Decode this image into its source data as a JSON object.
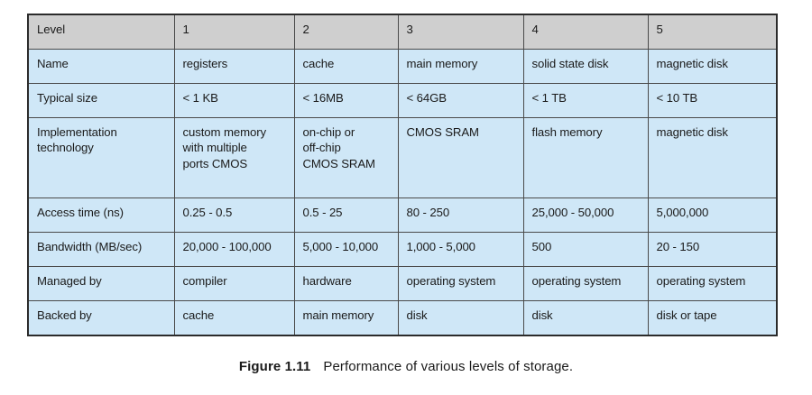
{
  "figure": {
    "label": "Figure 1.11",
    "text": "Performance of various levels of storage."
  },
  "colors": {
    "header_bg": "#cfcfcf",
    "cell_bg": "#cfe7f7",
    "grid": "#4a4a4a",
    "outer_border": "#2b2b2b",
    "text": "#1a1a1a",
    "page_bg": "#ffffff"
  },
  "table": {
    "header": [
      "Level",
      "1",
      "2",
      "3",
      "4",
      "5"
    ],
    "rows": [
      {
        "label": "Name",
        "cells": [
          "registers",
          "cache",
          "main memory",
          "solid state disk",
          "magnetic disk"
        ]
      },
      {
        "label": "Typical size",
        "cells": [
          "< 1 KB",
          "< 16MB",
          "< 64GB",
          "< 1 TB",
          "< 10 TB"
        ]
      },
      {
        "label": "Implementation\ntechnology",
        "cells": [
          "custom memory\nwith multiple\nports CMOS",
          "on-chip or\noff-chip\nCMOS SRAM",
          "CMOS SRAM",
          "flash memory",
          "magnetic disk"
        ]
      },
      {
        "label": "Access time (ns)",
        "cells": [
          "0.25 - 0.5",
          "0.5 - 25",
          "80 - 250",
          "25,000 - 50,000",
          "5,000,000"
        ]
      },
      {
        "label": "Bandwidth (MB/sec)",
        "cells": [
          "20,000 - 100,000",
          "5,000 - 10,000",
          "1,000 - 5,000",
          "500",
          "20 - 150"
        ]
      },
      {
        "label": "Managed by",
        "cells": [
          "compiler",
          "hardware",
          "operating system",
          "operating system",
          "operating system"
        ]
      },
      {
        "label": "Backed by",
        "cells": [
          "cache",
          "main memory",
          "disk",
          "disk",
          "disk or tape"
        ]
      }
    ]
  }
}
